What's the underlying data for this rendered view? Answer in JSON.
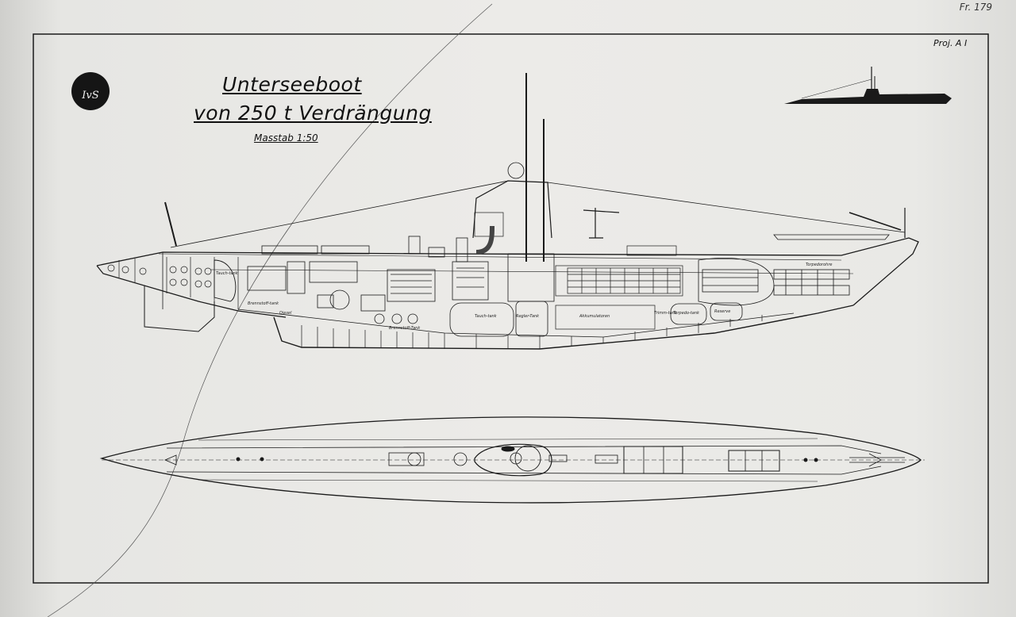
{
  "sheet_ref": "Fr. 179",
  "project": "Proj. A I",
  "title_line1": "Unterseeboot",
  "title_line2": "von 250 t Verdrängung",
  "scale": "Masstab 1:50",
  "logo_text": "IvS",
  "compartment_labels": {
    "tank_aft": "Tauch-tank",
    "oil_bunker_aft": "Brennstoff-tank",
    "diesel_room": "Diesel",
    "fuel_tank": "Brennstoff-Tank",
    "trim_tank": "Tauch-tank",
    "regulating_tank": "Regler-Tank",
    "battery": "Akkumulatoren",
    "trim_fore": "Trimm-tank",
    "torpedo_tank": "Torpedo-tank",
    "torpedo_reserve": "Reserve",
    "torpedo_tubes": "Torpedorohre"
  },
  "colors": {
    "ink": "#1a1a1a",
    "paper": "#ecebe8",
    "logo": "#151515"
  }
}
